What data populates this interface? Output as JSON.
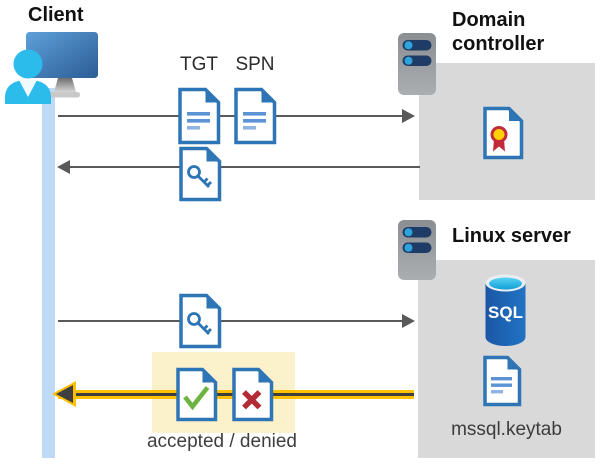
{
  "client": {
    "label": "Client"
  },
  "domain_controller": {
    "label": "Domain controller"
  },
  "linux_server": {
    "label": "Linux server",
    "sql_label": "SQL",
    "keytab_label": "mssql.keytab"
  },
  "flow": {
    "tgt_label": "TGT",
    "spn_label": "SPN",
    "result_label": "accepted / denied",
    "steps": [
      {
        "from": "client",
        "to": "domain-controller",
        "carries": [
          "TGT",
          "SPN"
        ]
      },
      {
        "from": "domain-controller",
        "to": "client",
        "carries": [
          "key-ticket"
        ]
      },
      {
        "from": "client",
        "to": "linux-server",
        "carries": [
          "key-ticket"
        ]
      },
      {
        "from": "linux-server",
        "to": "client",
        "carries": [
          "accepted",
          "denied"
        ],
        "highlighted": true
      }
    ]
  },
  "icons": [
    "client-icon",
    "server-icon",
    "document-icon",
    "key-ticket-icon",
    "certificate-icon",
    "sql-database-icon",
    "keytab-file-icon",
    "accepted-document-icon",
    "denied-document-icon"
  ],
  "colors": {
    "doc_blue": "#2E75B6",
    "doc_line_blue": "#5B93D5",
    "timeline_blue": "#BFDAF7",
    "box_gray": "#D9D9D9",
    "arrow_gray": "#595959",
    "highlight_yellow": "#FBF2CC",
    "arrow_yellow": "#FFC000",
    "check_green": "#6CB33F",
    "cross_red": "#B22C35",
    "cert_red": "#C42B3A",
    "cert_gold": "#FFD100",
    "person_cyan": "#2BBCEC",
    "sql_body_blue": "#1C60B2",
    "sql_top_cyan": "#3EC6EE",
    "server_slot_navy": "#1E3C66",
    "server_dot_blue": "#2FA3DC"
  }
}
